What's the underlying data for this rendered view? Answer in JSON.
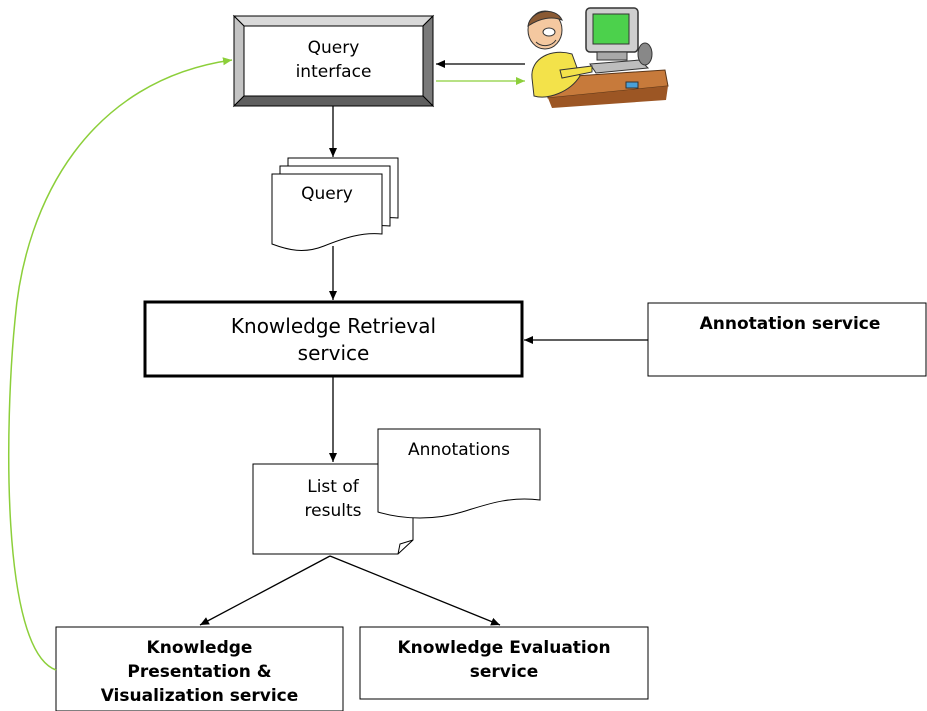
{
  "nodes": {
    "query_interface": "Query\ninterface",
    "query_doc": "Query",
    "retrieval": "Knowledge Retrieval\nservice",
    "annotation_service": "Annotation service",
    "annotations_doc": "Annotations",
    "results_doc": "List of\nresults",
    "presentation": "Knowledge\nPresentation &\nVisualization service",
    "evaluation": "Knowledge Evaluation\nservice"
  },
  "icons": {
    "user": "person-at-computer-icon"
  },
  "colors": {
    "stroke": "#000000",
    "feedback": "#8ccf3a",
    "bevel_light": "#d8d8d8",
    "bevel_dark": "#6f6f6f",
    "monitor_screen": "#4cd14c"
  }
}
